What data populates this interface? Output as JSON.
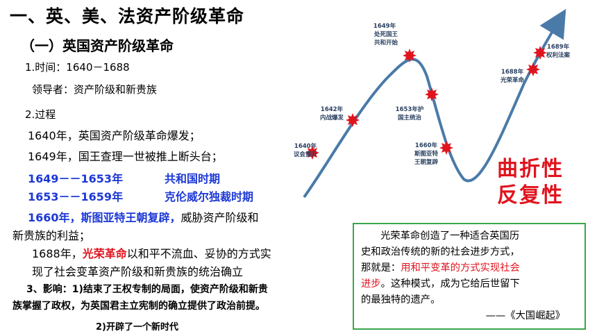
{
  "title": "一、英、美、法资产阶级革命",
  "subtitle": "（一）英国资产阶级革命",
  "time": "1.时间：1640－1688",
  "leader": "领导者：资产阶级和新贵族",
  "process_heading": "2.过程",
  "events": {
    "e1640": "1640年，英国资产阶级革命爆发；",
    "e1649": "1649年，国王查理一世被推上断头台；",
    "republic_years": "1649－－1653年",
    "republic": "共和国时期",
    "cromwell_years": "1653－－1659年",
    "cromwell": "克伦威尔独裁时期",
    "restoration": "1660年，斯图亚特王朝复辟，",
    "restoration_rest": "威胁资产阶级和",
    "restoration_line2": "新贵族的利益；",
    "e1688_pre": "1688年，",
    "e1688_red": "光荣革命",
    "e1688_post": "以和平不流血、妥协的方式实",
    "e1688_line2": "现了社会变革资产阶级和新贵族的统治确立"
  },
  "impact": {
    "line1": "3、影响：1)结束了王权专制的局面，使资产阶级和新贵",
    "line2": "族掌握了政权，为英国君主立宪制的确立提供了政治前提。",
    "line3": "2)开辟了一个新时代"
  },
  "curve_labels": {
    "l1640": [
      "1640年",
      "议会重开"
    ],
    "l1642": [
      "1642年",
      "内战爆发"
    ],
    "l1649": [
      "1649年",
      "处死国王",
      "共和开始"
    ],
    "l1653": [
      "1653年护",
      "国主统治"
    ],
    "l1660": [
      "1660年",
      "斯图亚特",
      "王朝复辟"
    ],
    "l1688": [
      "1688年",
      "光荣革命"
    ],
    "l1689": [
      "1689年",
      "权利法案"
    ]
  },
  "characteristics": [
    "曲折性",
    "反复性"
  ],
  "quote": {
    "line1": "光荣革命创造了一种适合英国历",
    "line2": "史和政治传统的新的社会进步方式，",
    "line3_pre": "那就是：",
    "line3_red": "用和平变革的方式实现社会",
    "line4_red": "进步",
    "line4_post": "。这种模式，成为它给后世留下",
    "line5": "的最独特的遗产。",
    "source": "——《大国崛起》"
  },
  "colors": {
    "accent_blue": "#1c38d6",
    "accent_red": "#e0141e",
    "curve": "#4a7aa8",
    "box_border": "#3aa54a"
  }
}
